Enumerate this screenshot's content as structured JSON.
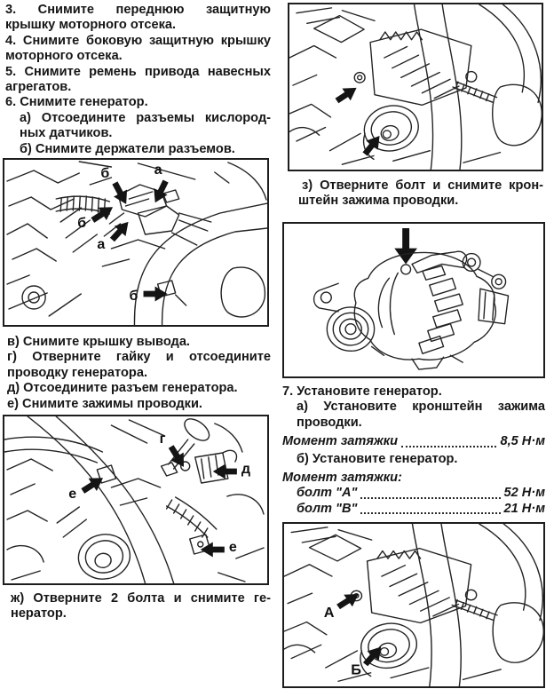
{
  "page": {
    "background": "#ffffff",
    "ink": "#161616"
  },
  "left": {
    "block1": {
      "lines": [
        "3. Снимите переднюю защитную",
        "крышку моторного отсека.",
        "4. Снимите боковую защитную крышку",
        "моторного отсека.",
        "5. Снимите ремень привода навесных",
        "агрегатов.",
        "6. Снимите генератор.",
        "а) Отсоедините разъемы кислород-",
        "ных датчиков.",
        "б) Снимите держатели разъемов."
      ]
    },
    "fig_disconnect": {
      "labels": {
        "b_top": "б",
        "a_top": "а",
        "b_mid": "б",
        "a_mid": "а",
        "b_bot": "б"
      }
    },
    "block2": {
      "lines": [
        "в) Снимите крышку вывода.",
        "г) Отверните гайку и отсоедините",
        "проводку генератора.",
        "д) Отсоедините разъем генератора.",
        "е) Снимите зажимы проводки."
      ]
    },
    "fig_unbolt": {
      "labels": {
        "g": "г",
        "d": "д",
        "e_left": "е",
        "e_right": "е"
      }
    },
    "block3": {
      "lines": [
        "ж) Отверните 2 болта и снимите ге-",
        "нератор."
      ]
    }
  },
  "right": {
    "caption_z": {
      "lines": [
        "з) Отверните болт и снимите крон-",
        "штейн зажима проводки."
      ]
    },
    "install": {
      "step7": "7. Установите генератор.",
      "step7a_line1": "а) Установите кронштейн зажима",
      "step7a_line2": "проводки.",
      "torque1_label": "Момент затяжки",
      "torque1_value": "8,5 Н·м",
      "step7b": "б) Установите генератор.",
      "torque2_heading": "Момент затяжки:",
      "bolt_a_label": "болт \"А\"",
      "bolt_a_value": "52 Н·м",
      "bolt_b_label": "болт \"В\"",
      "bolt_b_value": "21 Н·м"
    },
    "fig_install": {
      "labels": {
        "a": "А",
        "b": "Б"
      }
    }
  }
}
